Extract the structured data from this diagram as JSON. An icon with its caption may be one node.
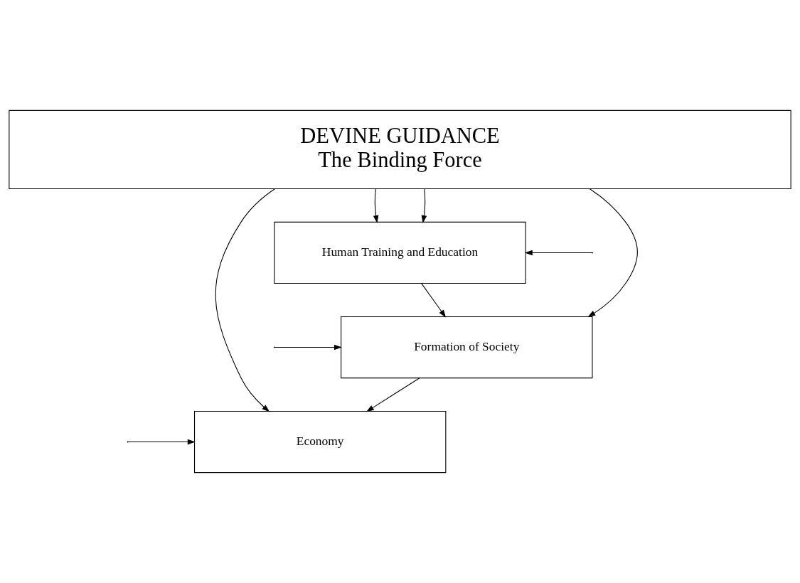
{
  "diagram": {
    "nodes": [
      {
        "text": [
          "DEVINE GUIDANCE",
          "The Binding Force"
        ]
      },
      {
        "text": [
          "Human Training and Education"
        ]
      },
      {
        "text": [
          "Formation of Society"
        ]
      },
      {
        "text": [
          "Economy"
        ]
      }
    ],
    "edges": [
      {
        "from": 0,
        "to": 1,
        "arrow": "to"
      },
      {
        "from": 1,
        "to": 2,
        "arrow": "to"
      },
      {
        "from": 2,
        "to": 3,
        "arrow": "to"
      },
      {
        "from": 0,
        "to": 1,
        "arrow": "to"
      },
      {
        "from": 0,
        "to": 2,
        "arrow": "to"
      },
      {
        "from": 0,
        "to": 3,
        "arrow": "to"
      },
      {
        "from": null,
        "to": 1,
        "arrow": "to"
      },
      {
        "from": null,
        "to": 2,
        "arrow": "to"
      },
      {
        "from": null,
        "to": 3,
        "arrow": "to"
      }
    ]
  }
}
